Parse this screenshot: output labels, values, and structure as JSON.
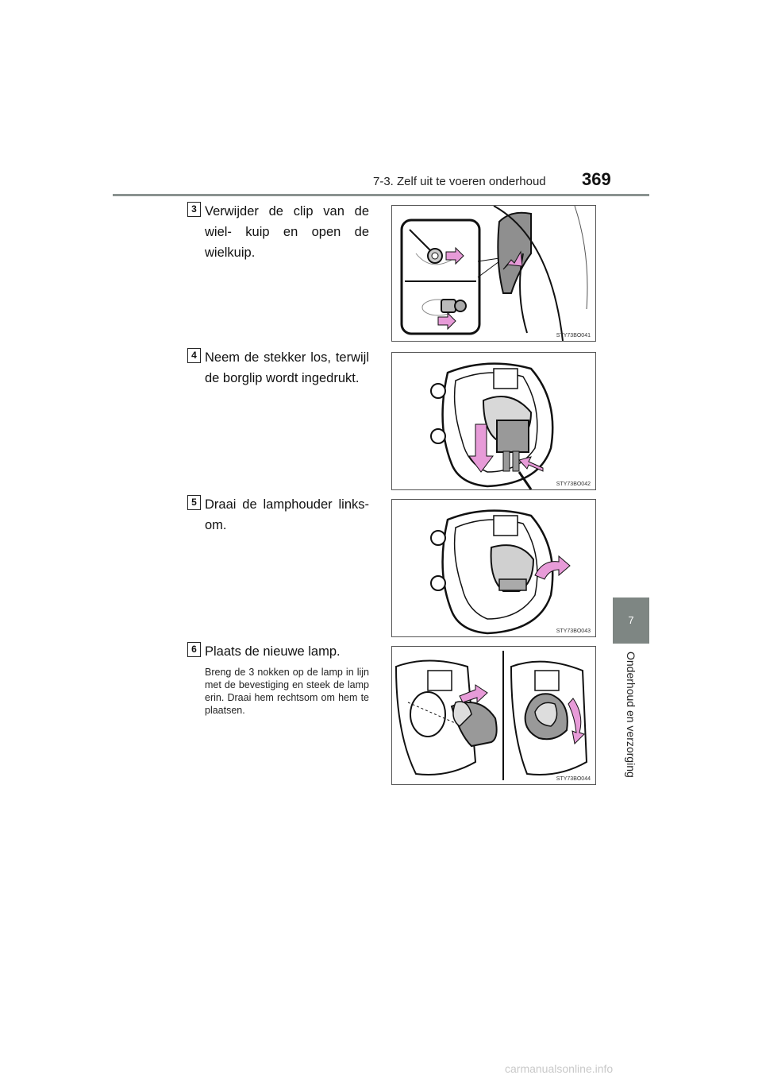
{
  "header": {
    "title": "7-3. Zelf uit te voeren onderhoud",
    "page_number": "369"
  },
  "side_tab": {
    "number": "7",
    "label": "Onderhoud en verzorging"
  },
  "steps": [
    {
      "number": "3",
      "text": "Verwijder de clip van de wiel- kuip en open de wielkuip.",
      "figure_code": "STY73BO041"
    },
    {
      "number": "4",
      "text": "Neem de stekker los, terwijl de borglip wordt ingedrukt.",
      "figure_code": "STY73BO042"
    },
    {
      "number": "5",
      "text": "Draai de lamphouder links- om.",
      "figure_code": "STY73BO043"
    },
    {
      "number": "6",
      "text": "Plaats de nieuwe lamp.",
      "subtext": "Breng de 3 nokken op de lamp in lijn met de bevestiging en steek de lamp erin. Draai hem rechtsom om hem te plaatsen.",
      "figure_code": "STY73BO044"
    }
  ],
  "watermark": "carmanualsonline.info",
  "colors": {
    "accent_arrow": "#e79bd8",
    "rule": "#8a9290",
    "tab": "#7e8683"
  }
}
